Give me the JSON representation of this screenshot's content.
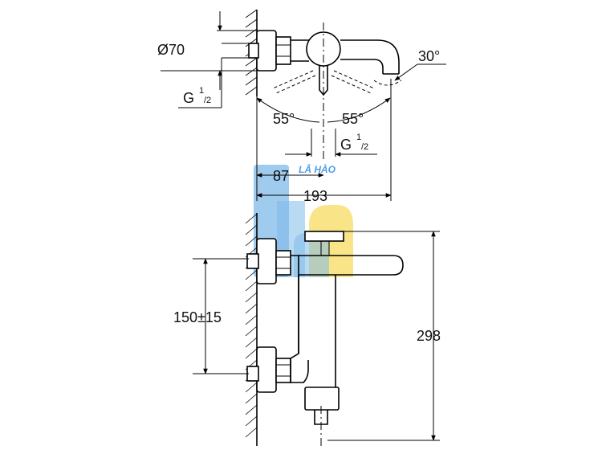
{
  "drawing": {
    "dia_label": "Ø70",
    "thread_top_main": "G",
    "thread_top_sup": "1",
    "thread_top_sub": "/2",
    "angle_left": "55°",
    "angle_right": "55°",
    "angle_spout": "30°",
    "thread_outlet_main": "G",
    "thread_outlet_sup": "1",
    "thread_outlet_sub": "/2",
    "dim_87": "87",
    "dim_193": "193",
    "dim_150": "150±15",
    "dim_298": "298"
  },
  "watermark": {
    "text": "LÂ HÀO",
    "colors": {
      "blue": "#6aaee6",
      "yellow": "#f5d445"
    }
  }
}
